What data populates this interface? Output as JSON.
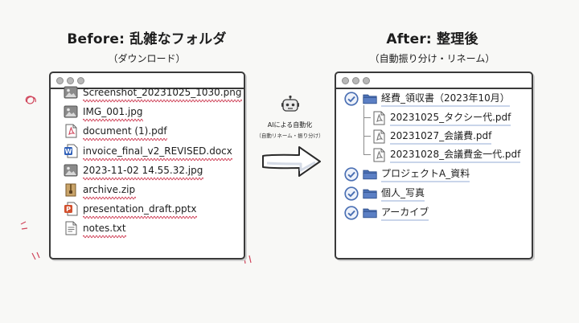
{
  "left": {
    "title": "Before: 乱雑なフォルダ",
    "subtitle": "（ダウンロード）",
    "files": [
      {
        "name": "Screenshot_20231025_1030.png",
        "icon": "image-file-icon"
      },
      {
        "name": "IMG_001.jpg",
        "icon": "image-file-icon"
      },
      {
        "name": "document (1).pdf",
        "icon": "pdf-file-icon"
      },
      {
        "name": "invoice_final_v2_REVISED.docx",
        "icon": "word-file-icon"
      },
      {
        "name": "2023-11-02 14.55.32.jpg",
        "icon": "image-file-icon"
      },
      {
        "name": "archive.zip",
        "icon": "zip-file-icon"
      },
      {
        "name": "presentation_draft.pptx",
        "icon": "powerpoint-file-icon"
      },
      {
        "name": "notes.txt",
        "icon": "text-file-icon"
      }
    ]
  },
  "middle": {
    "label": "AIによる自動化",
    "sublabel": "（自動リネーム・振り分け）",
    "icon": "robot-icon"
  },
  "right": {
    "title": "After: 整理後",
    "subtitle": "（自動振り分け・リネーム）",
    "folders": [
      {
        "name": "経費_領収書（2023年10月）",
        "files": [
          "20231025_タクシー代.pdf",
          "20231027_会議費.pdf",
          "20231028_会議費金一代.pdf"
        ]
      },
      {
        "name": "プロジェクトA_資料",
        "files": []
      },
      {
        "name": "個人_写真",
        "files": []
      },
      {
        "name": "アーカイブ",
        "files": []
      }
    ]
  },
  "colors": {
    "accent_blue": "#4a6fb3",
    "folder_blue": "#5b7fc4",
    "error_red": "#d0455b",
    "outline": "#3a3a3a"
  }
}
